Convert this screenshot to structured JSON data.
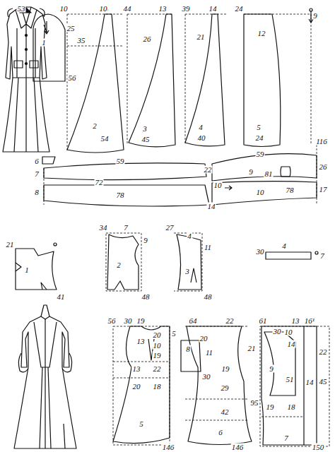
{
  "diagram": {
    "labels": [
      "53",
      "10",
      "10",
      "44",
      "13",
      "39",
      "14",
      "24",
      "9",
      "1",
      "25",
      "35",
      "56",
      "2",
      "54",
      "26",
      "3",
      "45",
      "21",
      "4",
      "40",
      "12",
      "5",
      "24",
      "116",
      "6",
      "7",
      "8",
      "59",
      "72",
      "78",
      "22",
      "14",
      "59",
      "9",
      "81",
      "26",
      "10",
      "10",
      "78",
      "17",
      "21",
      "1",
      "41",
      "34",
      "7",
      "9",
      "2",
      "48",
      "27",
      "4",
      "11",
      "3",
      "48",
      "30",
      "4",
      "7",
      "56",
      "30",
      "19",
      "5",
      "13",
      "20",
      "10",
      "19",
      "13",
      "22",
      "20",
      "18",
      "5",
      "146",
      "64",
      "22",
      "20",
      "11",
      "8",
      "30",
      "19",
      "29",
      "21",
      "42",
      "95",
      "6",
      "146",
      "61",
      "30",
      "13",
      "16¹",
      "10",
      "14",
      "22",
      "9",
      "51",
      "14",
      "45",
      "18",
      "19",
      "7",
      "150"
    ]
  }
}
